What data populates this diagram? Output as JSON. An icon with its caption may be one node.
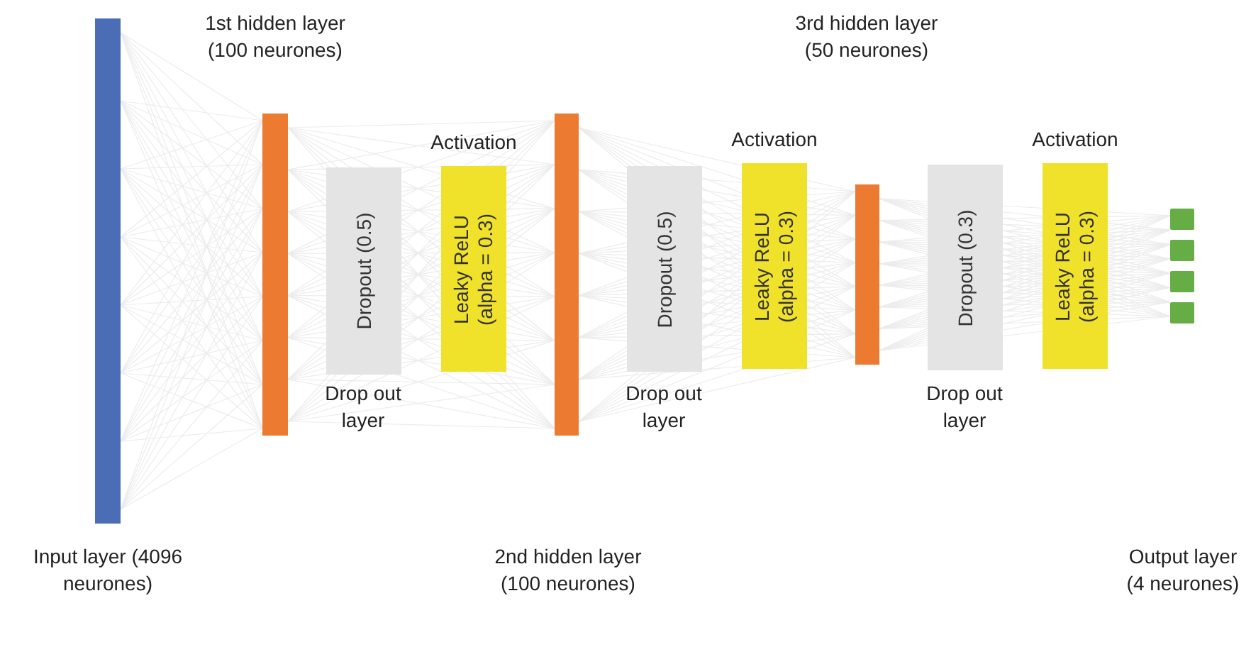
{
  "diagram": {
    "nodes": [
      {
        "text": [],
        "shape": "bar",
        "beside": [
          "Input layer (4096 neurones)"
        ]
      },
      {
        "text": [],
        "shape": "bar",
        "beside": [
          "1st hidden layer (100 neurones)"
        ]
      },
      {
        "text": [
          "Dropout (0.5)"
        ],
        "beside": [
          "Drop out layer"
        ]
      },
      {
        "text": [
          "Leaky ReLU (alpha = 0.3)"
        ],
        "beside": [
          "Activation"
        ]
      },
      {
        "text": [],
        "shape": "bar"
      },
      {
        "text": [
          "Dropout (0.5)"
        ],
        "beside": [
          "Drop out layer"
        ]
      },
      {
        "text": [
          "Leaky ReLU (alpha = 0.3)"
        ],
        "beside": [
          "Activation"
        ]
      },
      {
        "text": [],
        "shape": "bar"
      },
      {
        "text": [
          "Dropout (0.3)"
        ],
        "beside": [
          "Drop out layer"
        ]
      },
      {
        "text": [
          "Leaky ReLU (alpha = 0.3)"
        ],
        "beside": [
          "Activation"
        ]
      },
      {
        "text": [],
        "shape": "box"
      },
      {
        "text": [],
        "shape": "box"
      },
      {
        "text": [],
        "shape": "box"
      },
      {
        "text": [],
        "shape": "box"
      }
    ],
    "labels": [
      "3rd hidden layer (50 neurones)",
      "2nd hidden layer (100 neurones)",
      "Output layer (4 neurones)"
    ]
  }
}
